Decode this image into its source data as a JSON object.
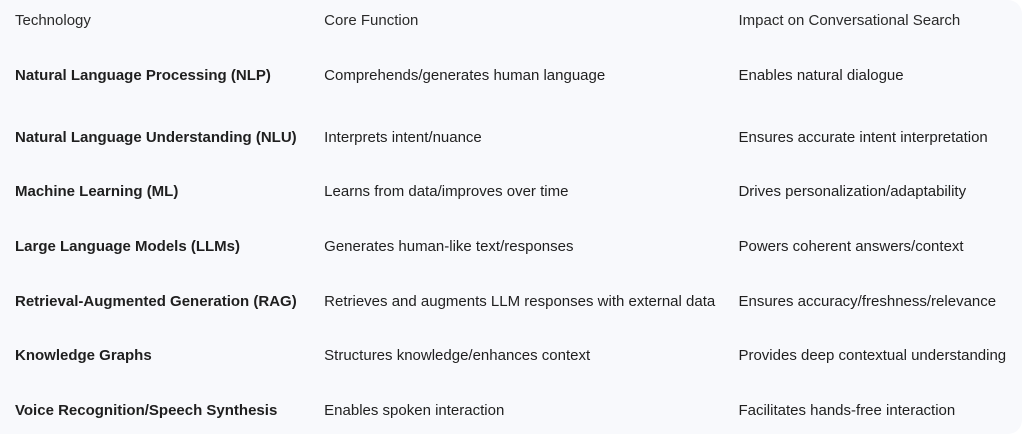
{
  "table": {
    "headers": [
      "Technology",
      "Core Function",
      "Impact on Conversational Search"
    ],
    "rows": [
      [
        "Natural Language Processing (NLP)",
        "Comprehends/generates human language",
        "Enables natural dialogue"
      ],
      [
        "Natural Language Understanding (NLU)",
        "Interprets intent/nuance",
        "Ensures accurate intent interpretation"
      ],
      [
        "Machine Learning (ML)",
        "Learns from data/improves over time",
        "Drives personalization/adaptability"
      ],
      [
        "Large Language Models (LLMs)",
        "Generates human-like text/responses",
        "Powers coherent answers/context"
      ],
      [
        "Retrieval-Augmented Generation (RAG)",
        "Retrieves and augments LLM responses with external data",
        "Ensures accuracy/freshness/relevance"
      ],
      [
        "Knowledge Graphs",
        "Structures knowledge/enhances context",
        "Provides deep contextual understanding"
      ],
      [
        "Voice Recognition/Speech Synthesis",
        "Enables spoken interaction",
        "Facilitates hands-free interaction"
      ]
    ]
  },
  "colors": {
    "background": "#f8f9fc",
    "text": "#1f1f1f"
  }
}
